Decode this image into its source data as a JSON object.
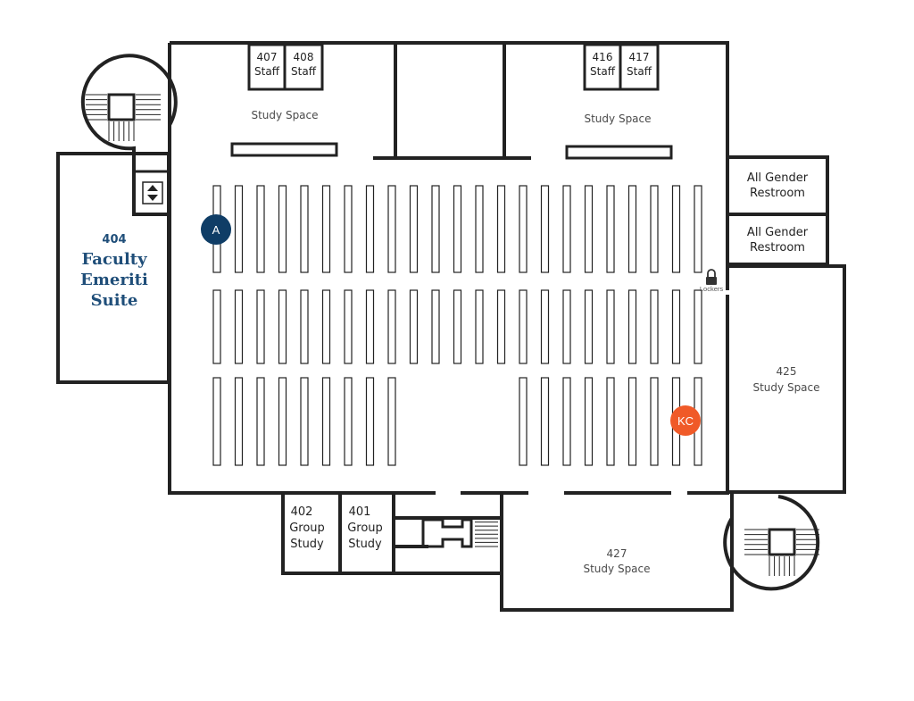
{
  "rooms": {
    "staff407": {
      "number": "407",
      "name": "Staff"
    },
    "staff408": {
      "number": "408",
      "name": "Staff"
    },
    "staff416": {
      "number": "416",
      "name": "Staff"
    },
    "staff417": {
      "number": "417",
      "name": "Staff"
    },
    "study_nw": {
      "name": "Study Space"
    },
    "study_ne": {
      "name": "Study Space"
    },
    "restroom1": {
      "line1": "All Gender",
      "line2": "Restroom"
    },
    "restroom2": {
      "line1": "All Gender",
      "line2": "Restroom"
    },
    "room425": {
      "number": "425",
      "name": "Study Space"
    },
    "room427": {
      "number": "427",
      "name": "Study Space"
    },
    "room402": {
      "number": "402",
      "line1": "Group",
      "line2": "Study"
    },
    "room401": {
      "number": "401",
      "line1": "Group",
      "line2": "Study"
    },
    "room404": {
      "number": "404",
      "line1": "Faculty",
      "line2": "Emeriti",
      "line3": "Suite"
    }
  },
  "markers": {
    "a": {
      "label": "A",
      "color": "#0f3d66"
    },
    "kc": {
      "label": "KC",
      "color": "#f05a28"
    }
  },
  "lockers": {
    "label": "Lockers",
    "icon": "lock-icon"
  },
  "elevator": {
    "icon": "elevator-icon"
  },
  "colors": {
    "wall": "#222222",
    "suite_text": "#1f4e79"
  }
}
